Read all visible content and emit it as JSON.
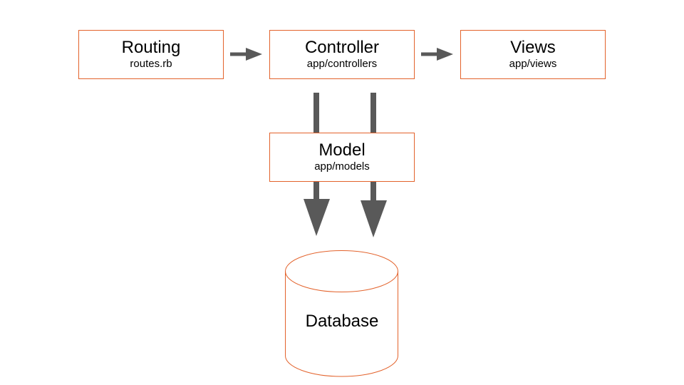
{
  "diagram": {
    "routing": {
      "title": "Routing",
      "subtitle": "routes.rb"
    },
    "controller": {
      "title": "Controller",
      "subtitle": "app/controllers"
    },
    "views": {
      "title": "Views",
      "subtitle": "app/views"
    },
    "model": {
      "title": "Model",
      "subtitle": "app/models"
    },
    "database": {
      "label": "Database"
    },
    "colors": {
      "box_border": "#e3622b",
      "arrow": "#595959"
    }
  }
}
